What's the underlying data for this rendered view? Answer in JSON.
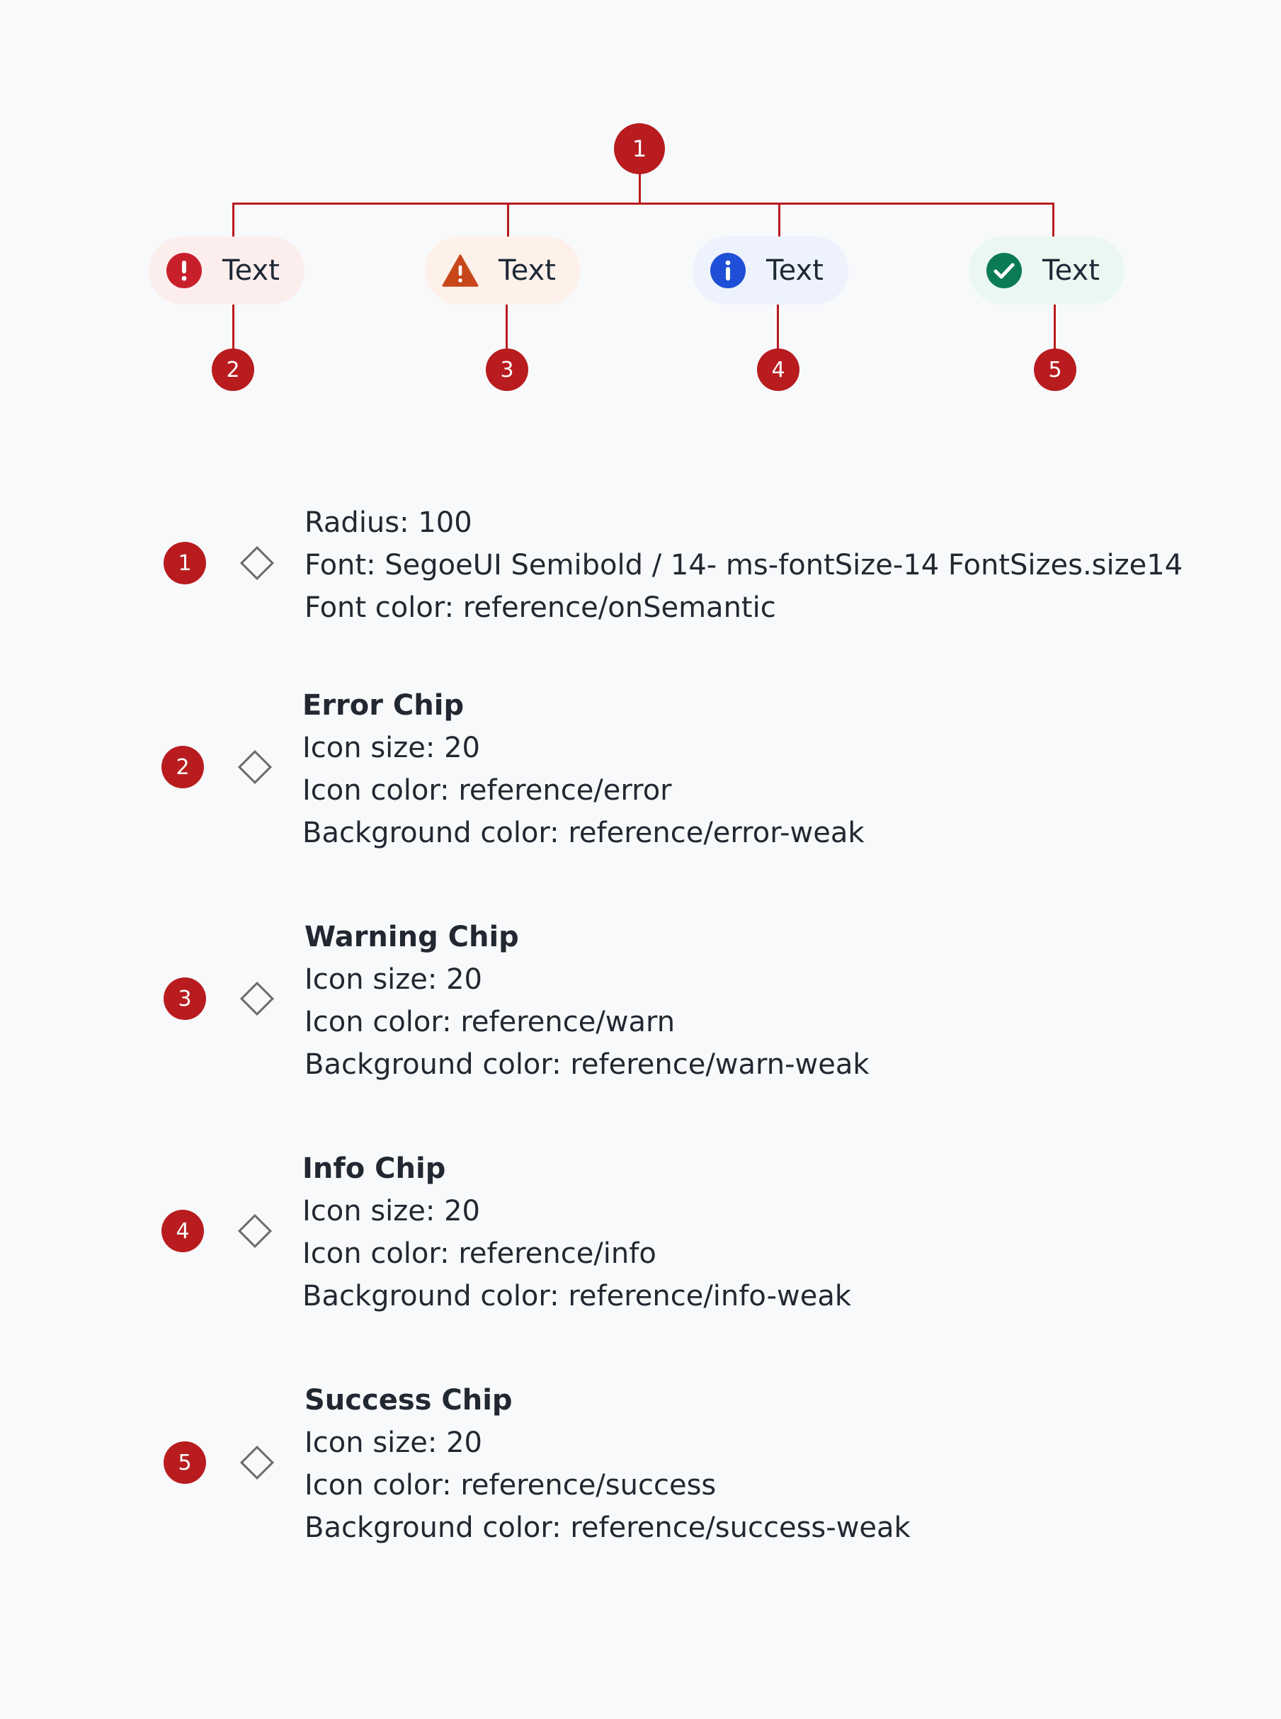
{
  "diagram": {
    "root_marker": "1",
    "chips": [
      {
        "label": "Text",
        "marker": "2",
        "kind": "error",
        "icon": "error-circle-icon",
        "icon_color": "#c8202a",
        "bg_color": "#fdeeee"
      },
      {
        "label": "Text",
        "marker": "3",
        "kind": "warning",
        "icon": "warning-triangle-icon",
        "icon_color": "#c8471a",
        "bg_color": "#fdf1ea"
      },
      {
        "label": "Text",
        "marker": "4",
        "kind": "info",
        "icon": "info-circle-icon",
        "icon_color": "#1f4fd6",
        "bg_color": "#edf2fd"
      },
      {
        "label": "Text",
        "marker": "5",
        "kind": "success",
        "icon": "checkmark-circle-icon",
        "icon_color": "#0b7a56",
        "bg_color": "#eaf8f1"
      }
    ],
    "accent_color": "#b81c1f"
  },
  "specs": [
    {
      "marker": "1",
      "title": "",
      "lines": [
        "Radius: 100",
        "Font: SegoeUI Semibold / 14- ms-fontSize-14 FontSizes.size14",
        "Font color: reference/onSemantic"
      ]
    },
    {
      "marker": "2",
      "title": "Error Chip",
      "lines": [
        "Icon size: 20",
        "Icon color: reference/error",
        "Background color: reference/error-weak"
      ]
    },
    {
      "marker": "3",
      "title": "Warning Chip",
      "lines": [
        "Icon size: 20",
        "Icon color: reference/warn",
        "Background color: reference/warn-weak"
      ]
    },
    {
      "marker": "4",
      "title": "Info Chip",
      "lines": [
        "Icon size: 20",
        "Icon color: reference/info",
        "Background color: reference/info-weak"
      ]
    },
    {
      "marker": "5",
      "title": "Success Chip",
      "lines": [
        "Icon size: 20",
        "Icon color: reference/success",
        "Background color: reference/success-weak"
      ]
    }
  ]
}
